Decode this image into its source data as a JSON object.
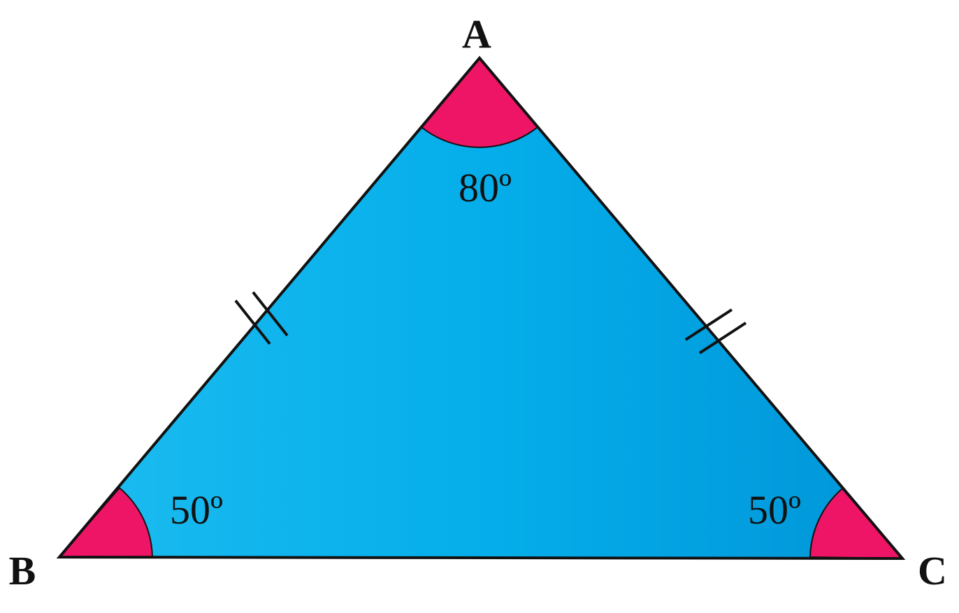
{
  "vertices": {
    "a": "A",
    "b": "B",
    "c": "C"
  },
  "angles": {
    "a": "80º",
    "b": "50º",
    "c": "50º"
  },
  "colors": {
    "fill_left": "#1cbcf0",
    "fill_mid": "#05aeea",
    "fill_right": "#0095d8",
    "angle_marker": "#ee1566",
    "stroke": "#111111",
    "background": "#ffffff"
  }
}
